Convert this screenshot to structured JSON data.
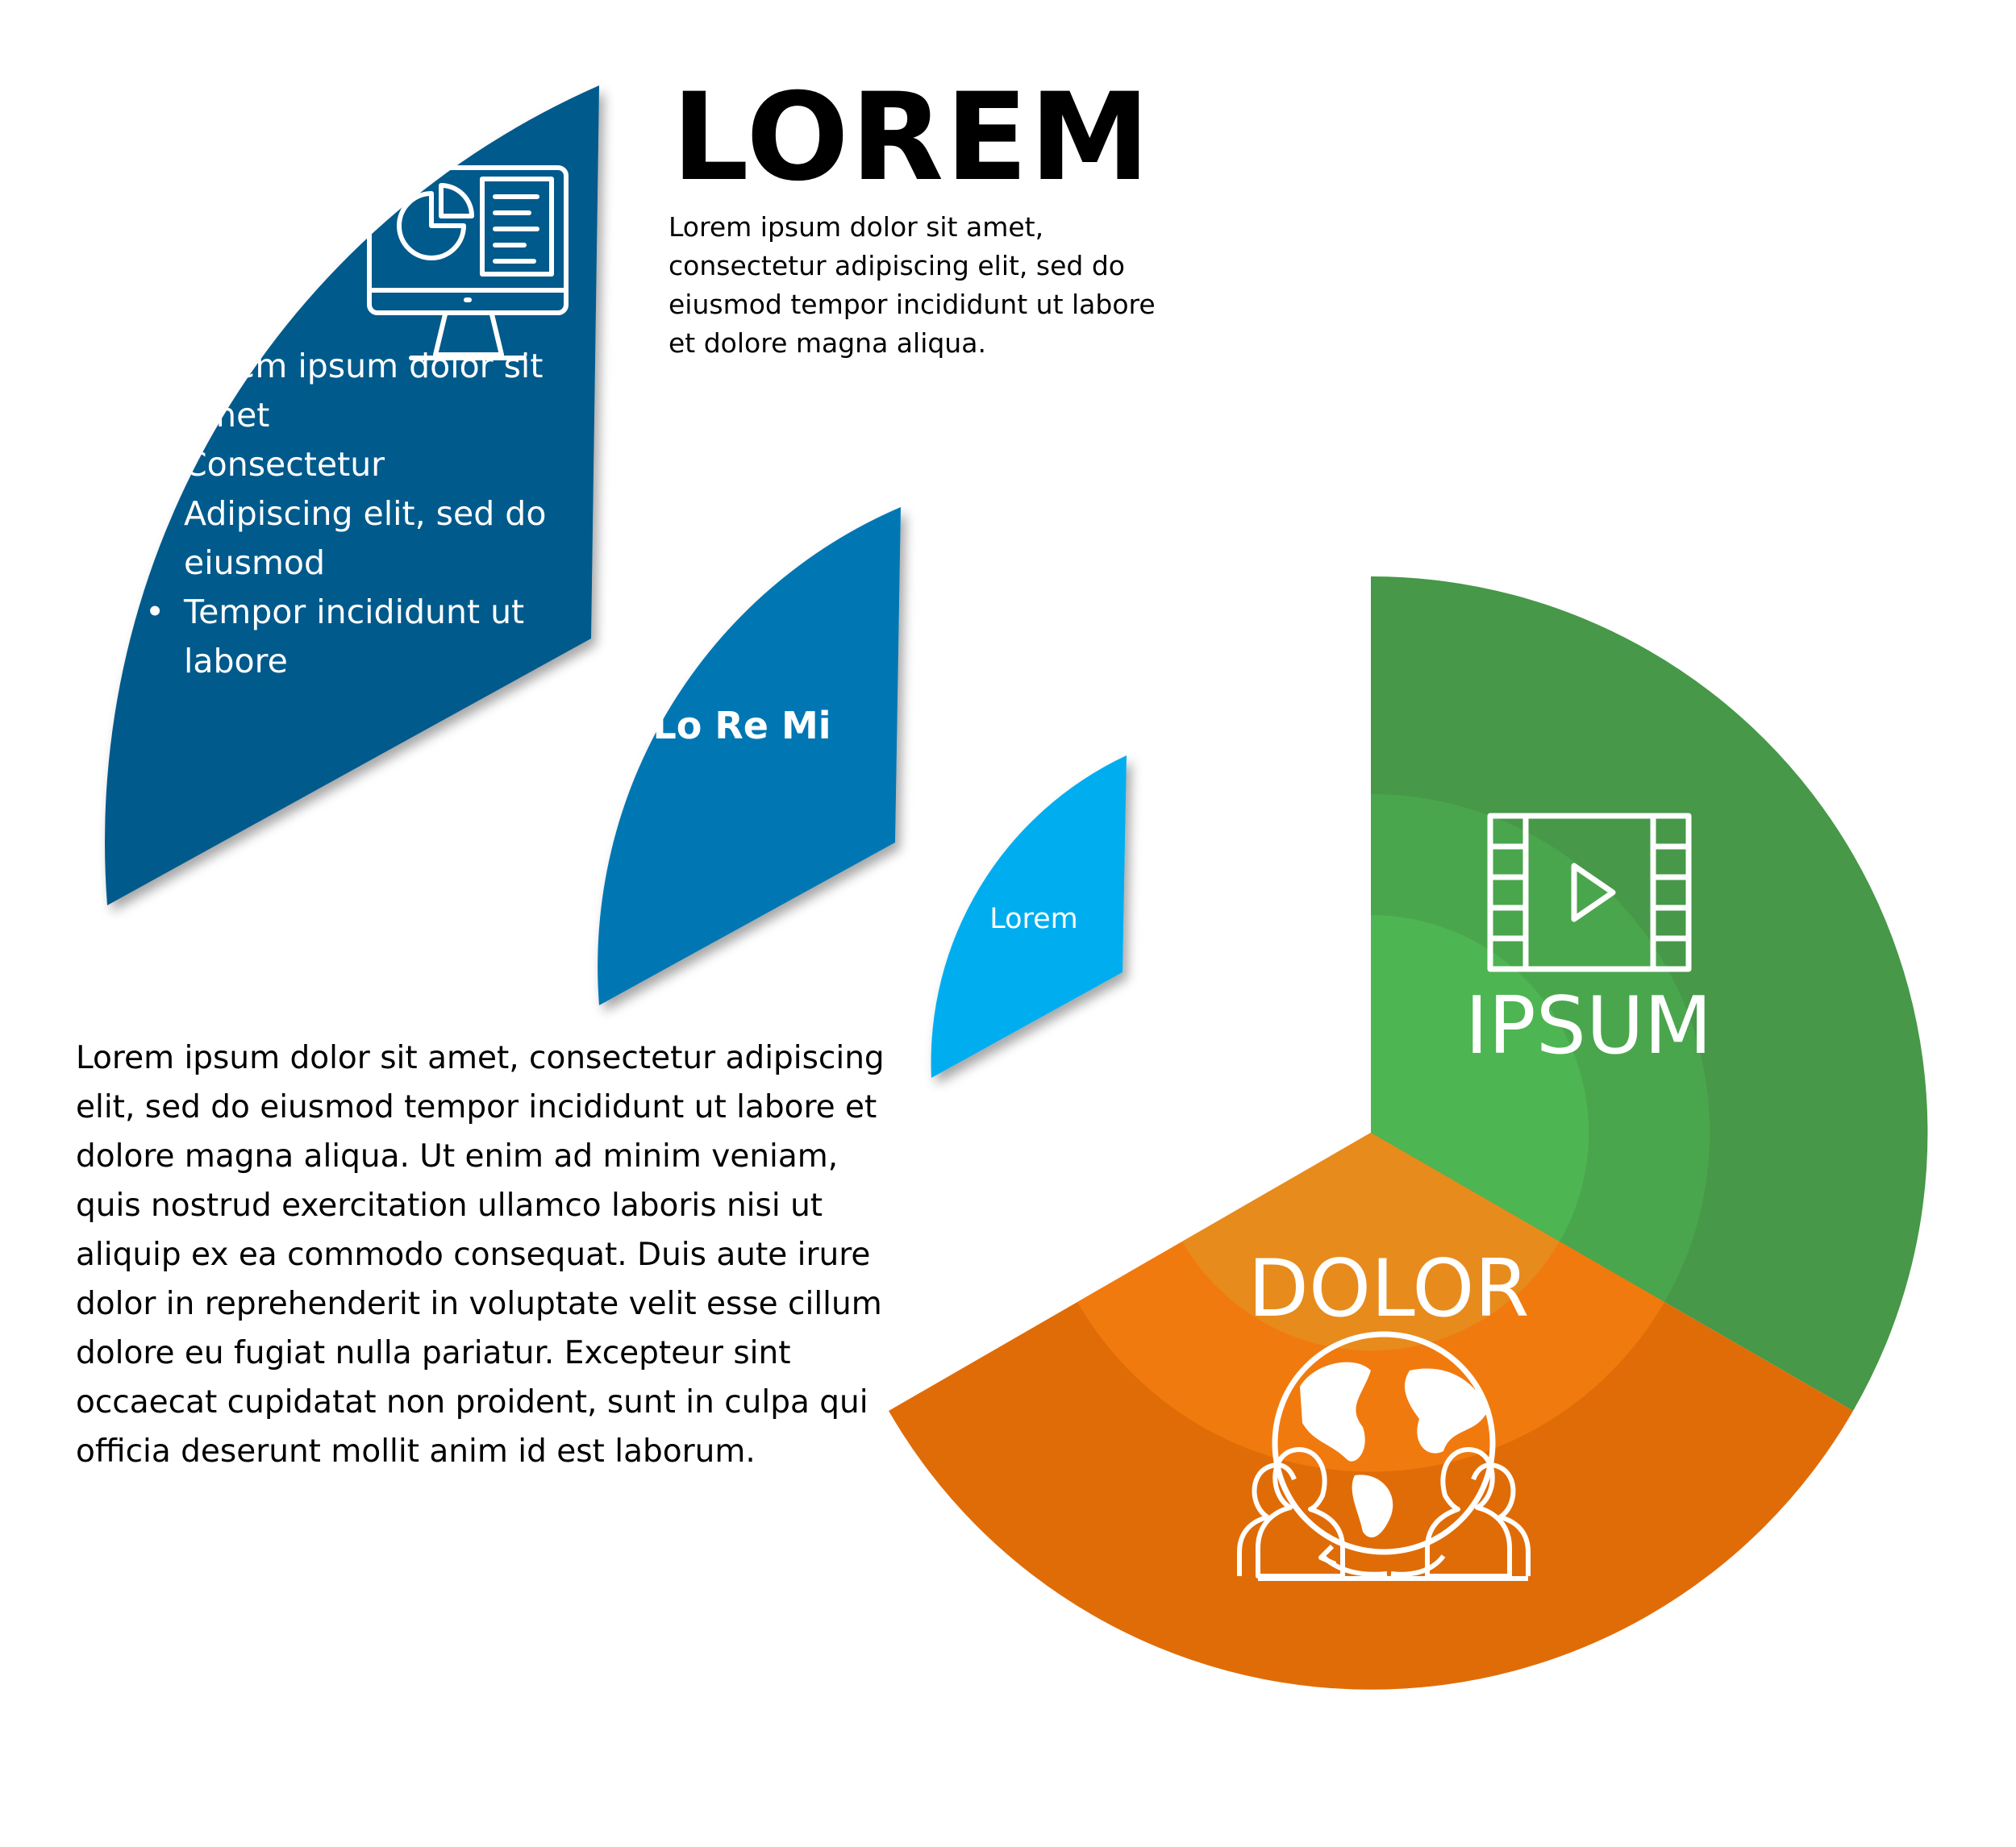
{
  "header": {
    "title": "LOREM",
    "intro": "Lorem ipsum dolor sit amet, consectetur adipiscing elit, sed do eiusmod tempor incididunt ut labore et dolore magna aliqua."
  },
  "large_segment": {
    "icon": "monitor-report-icon",
    "color": "#005a8c",
    "bullets": [
      "Lorem ipsum dolor sit amet",
      "Consectetur",
      "Adipiscing elit, sed do eiusmod",
      "Tempor incididunt ut labore"
    ]
  },
  "middle_segment": {
    "label": "Lo Re Mi",
    "color": "#0077b3"
  },
  "small_segment": {
    "label": "Lorem",
    "color": "#03aeef"
  },
  "body_text": "Lorem ipsum dolor sit amet, consectetur adipiscing elit, sed do eiusmod tempor incididunt ut labore et dolore magna aliqua. Ut enim ad minim veniam, quis nostrud exercitation ullamco laboris nisi ut aliquip ex ea commodo consequat. Duis aute irure dolor in reprehenderit in voluptate velit esse cillum dolore eu fugiat nulla pariatur. Excepteur sint occaecat cupidatat non proident, sunt in culpa qui officia deserunt mollit anim id est laborum.",
  "ring": {
    "ipsum": {
      "label": "IPSUM",
      "icon": "film-play-icon",
      "colors": [
        "#479848",
        "#4aa64c",
        "#4db552"
      ]
    },
    "dolor": {
      "label": "DOLOR",
      "icon": "globe-people-icon",
      "colors": [
        "#e06c07",
        "#f17a0e",
        "#e78b1d"
      ]
    }
  }
}
